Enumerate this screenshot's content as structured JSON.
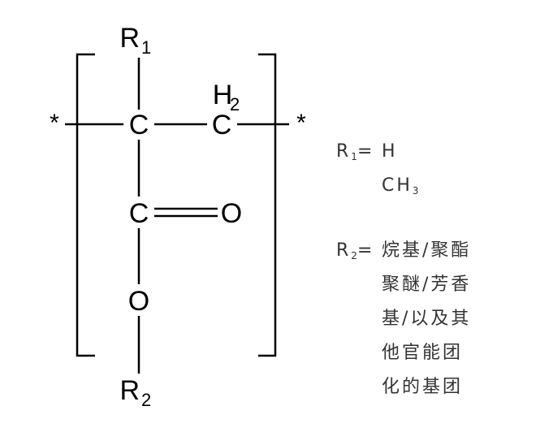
{
  "structure": {
    "atoms": {
      "c_alpha": "C",
      "c_methylene": "C",
      "h2": "H",
      "h2_count": "2",
      "c_carbonyl": "C",
      "o_carbonyl": "O",
      "o_ester": "O",
      "r1": "R",
      "r1_index": "1",
      "r2": "R",
      "r2_index": "2"
    },
    "end_groups": {
      "left": "*",
      "right": "*"
    }
  },
  "legend": {
    "r1": {
      "symbol": "R",
      "index": "1",
      "equals": "=",
      "options": [
        "H",
        "CH"
      ],
      "ch3_index": "3"
    },
    "r2": {
      "symbol": "R",
      "index": "2",
      "equals": "=",
      "lines": [
        "烷基/聚酯",
        "聚醚/芳香",
        "基/以及其",
        "他官能团",
        "化的基团"
      ]
    }
  },
  "colors": {
    "structure": "#000000",
    "legend_text": "#333333"
  }
}
